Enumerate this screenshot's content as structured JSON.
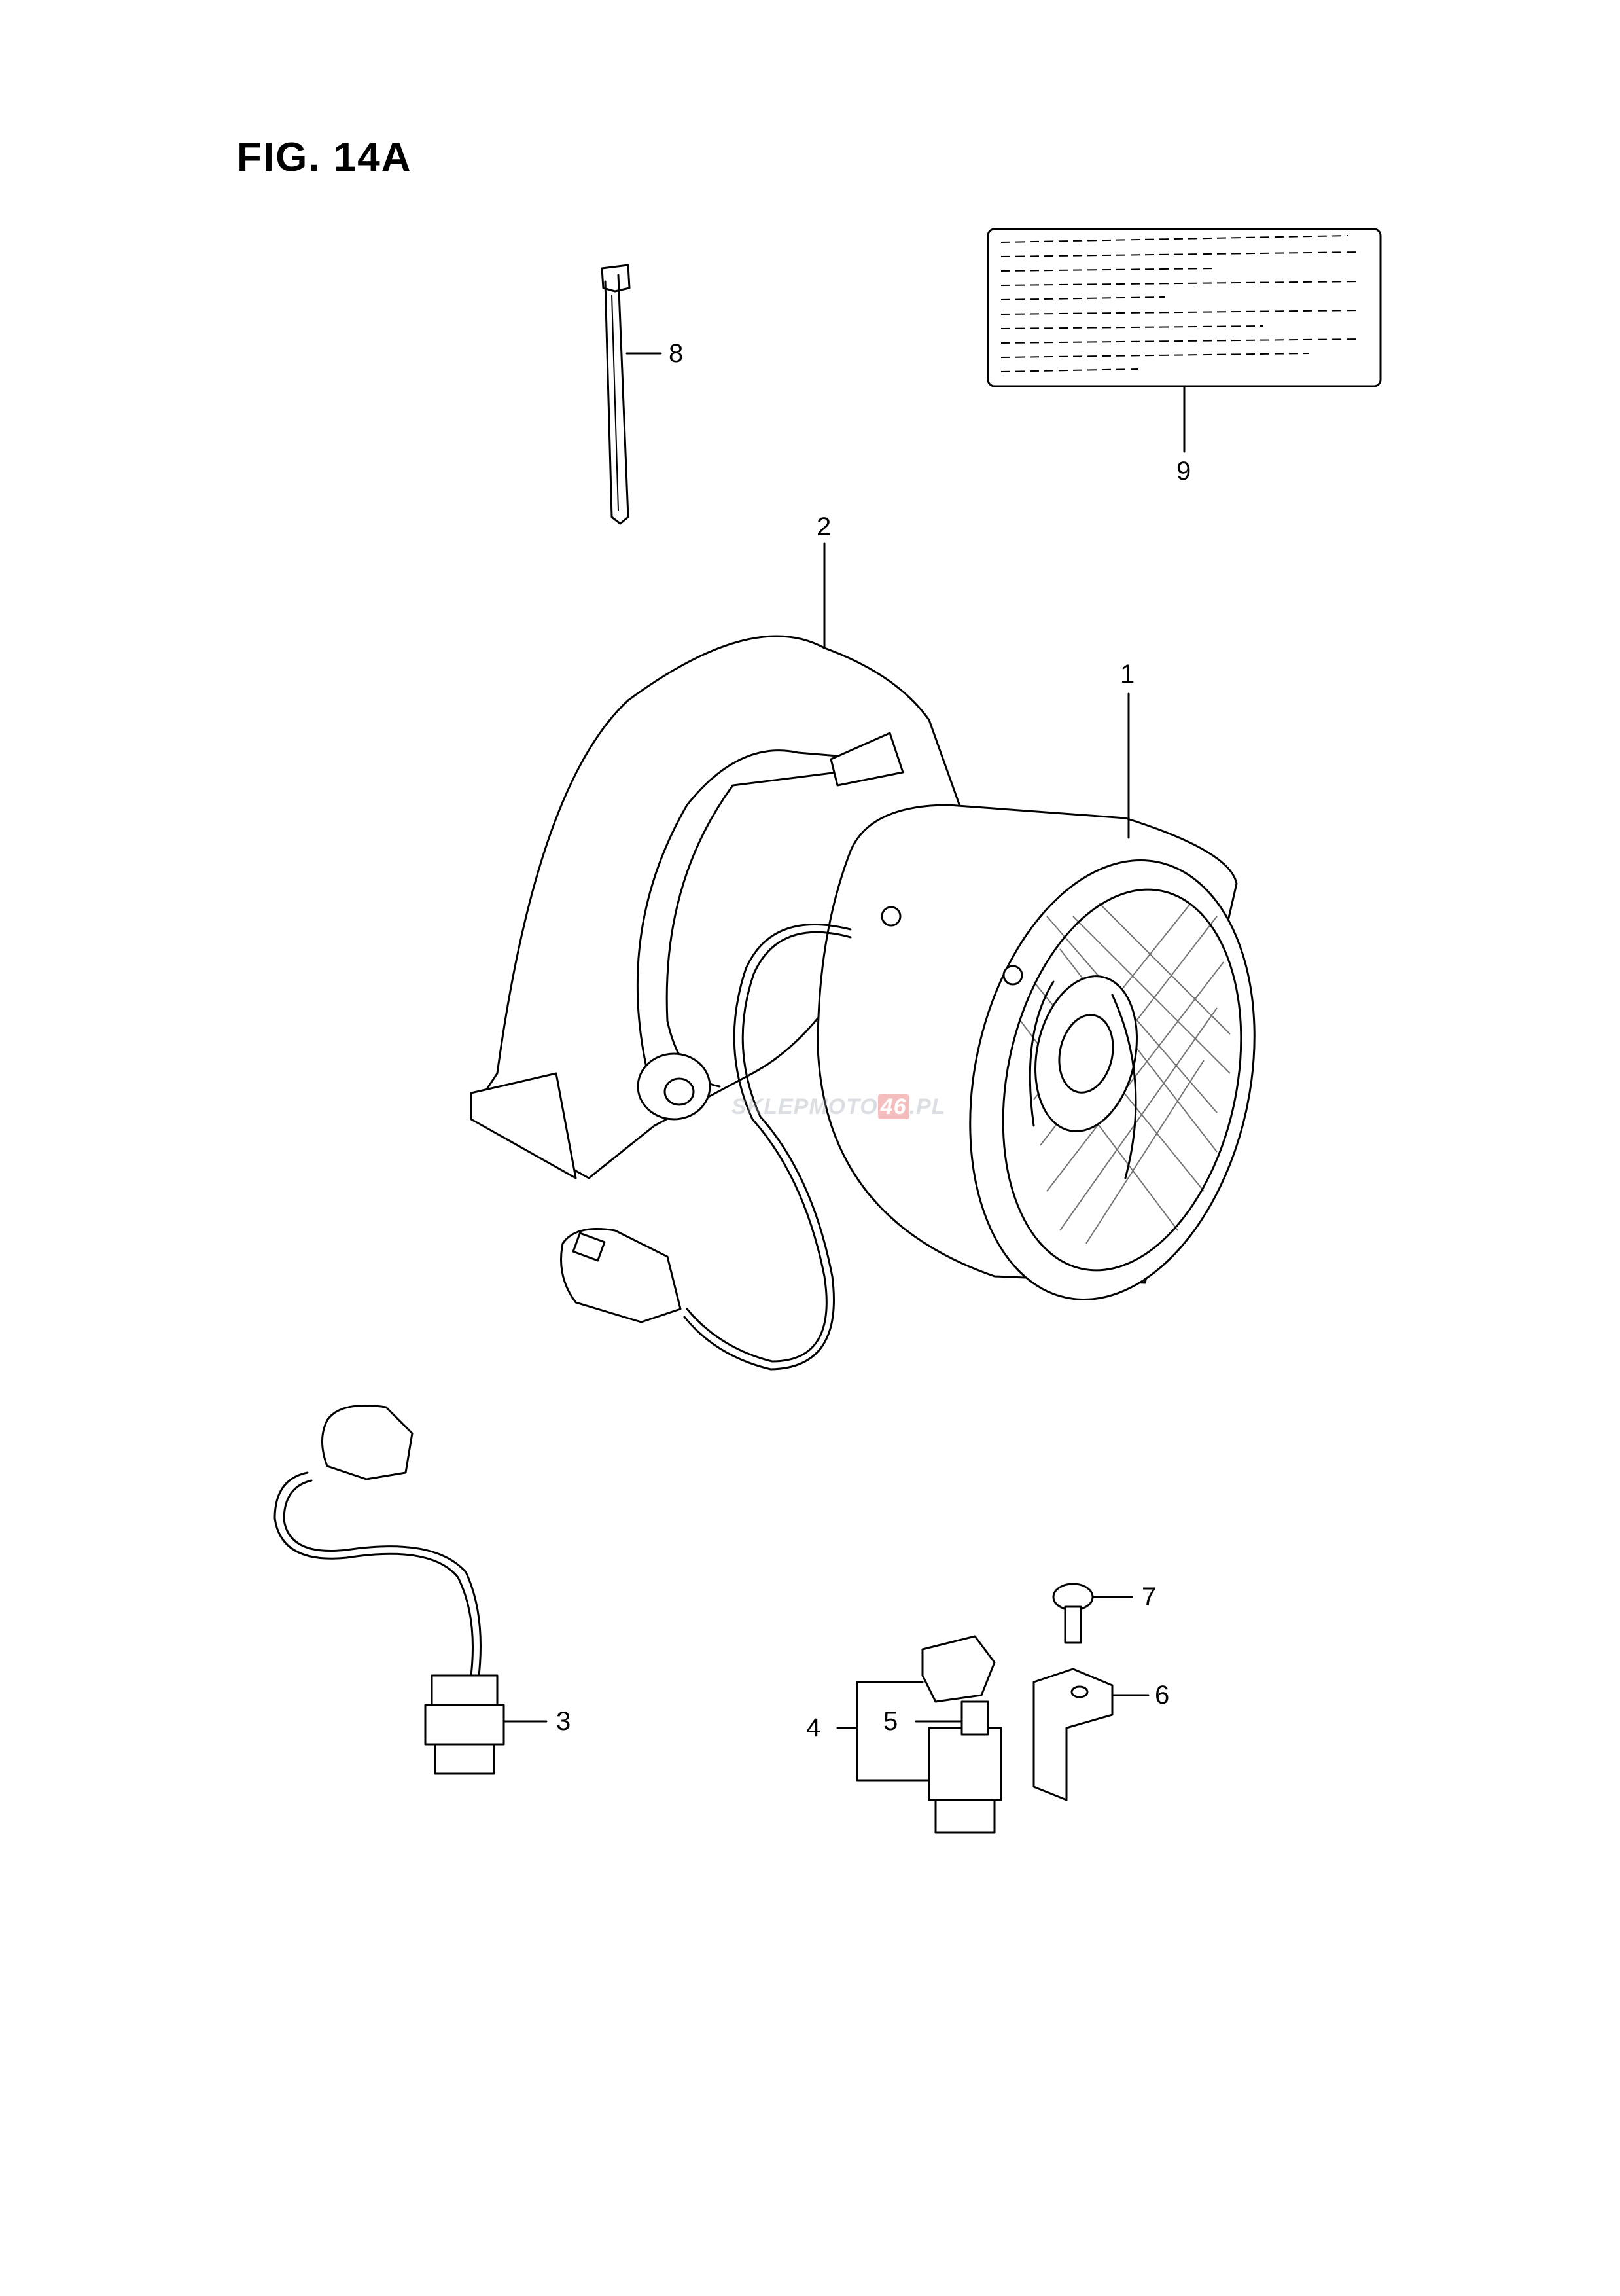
{
  "figure": {
    "title": "FIG. 14A"
  },
  "callouts": [
    {
      "id": "1",
      "label": "1"
    },
    {
      "id": "2",
      "label": "2"
    },
    {
      "id": "3",
      "label": "3"
    },
    {
      "id": "4",
      "label": "4"
    },
    {
      "id": "5",
      "label": "5"
    },
    {
      "id": "6",
      "label": "6"
    },
    {
      "id": "7",
      "label": "7"
    },
    {
      "id": "8",
      "label": "8"
    },
    {
      "id": "9",
      "label": "9"
    }
  ],
  "watermark": {
    "brand_left": "SKLEP",
    "brand_mid": "MOTO",
    "brand_num": "46",
    "brand_right": ".PL"
  }
}
